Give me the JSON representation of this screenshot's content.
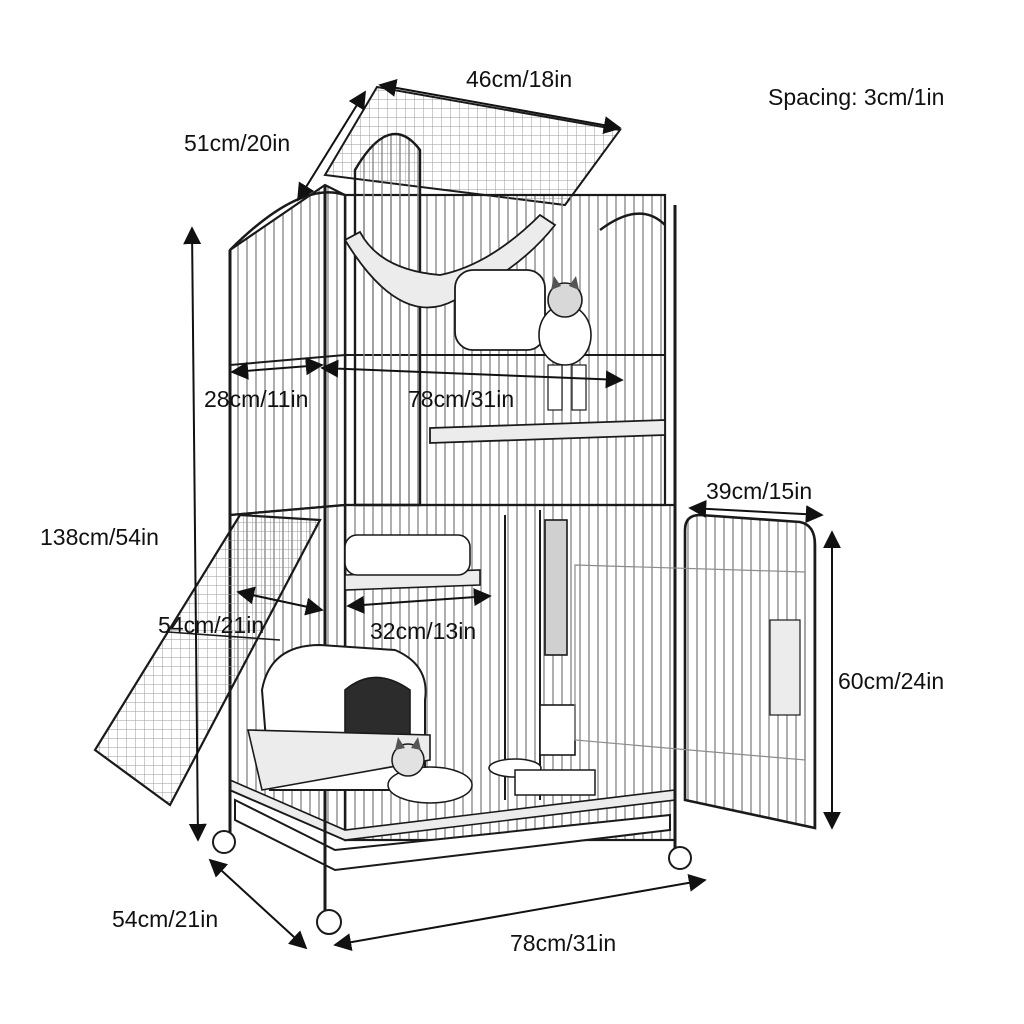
{
  "spacing_note": "Spacing: 3cm/1in",
  "dimensions": {
    "top_width": "46cm/18in",
    "top_depth": "51cm/20in",
    "upper_side": "28cm/11in",
    "upper_width": "78cm/31in",
    "total_height": "138cm/54in",
    "door_width": "39cm/15in",
    "ramp_length": "54cm/21in",
    "shelf_width": "32cm/13in",
    "door_height": "60cm/24in",
    "base_depth": "54cm/21in",
    "base_width": "78cm/31in"
  },
  "colors": {
    "line": "#1a1a1a",
    "light_line": "#8c8c8c",
    "fill": "#ffffff",
    "shade": "#ececec"
  },
  "icons": [
    "cat-cage-illustration",
    "litter-box-icon",
    "cat-icon",
    "hammock-icon",
    "caster-wheel-icon",
    "ramp-icon",
    "scratching-post-icon"
  ]
}
